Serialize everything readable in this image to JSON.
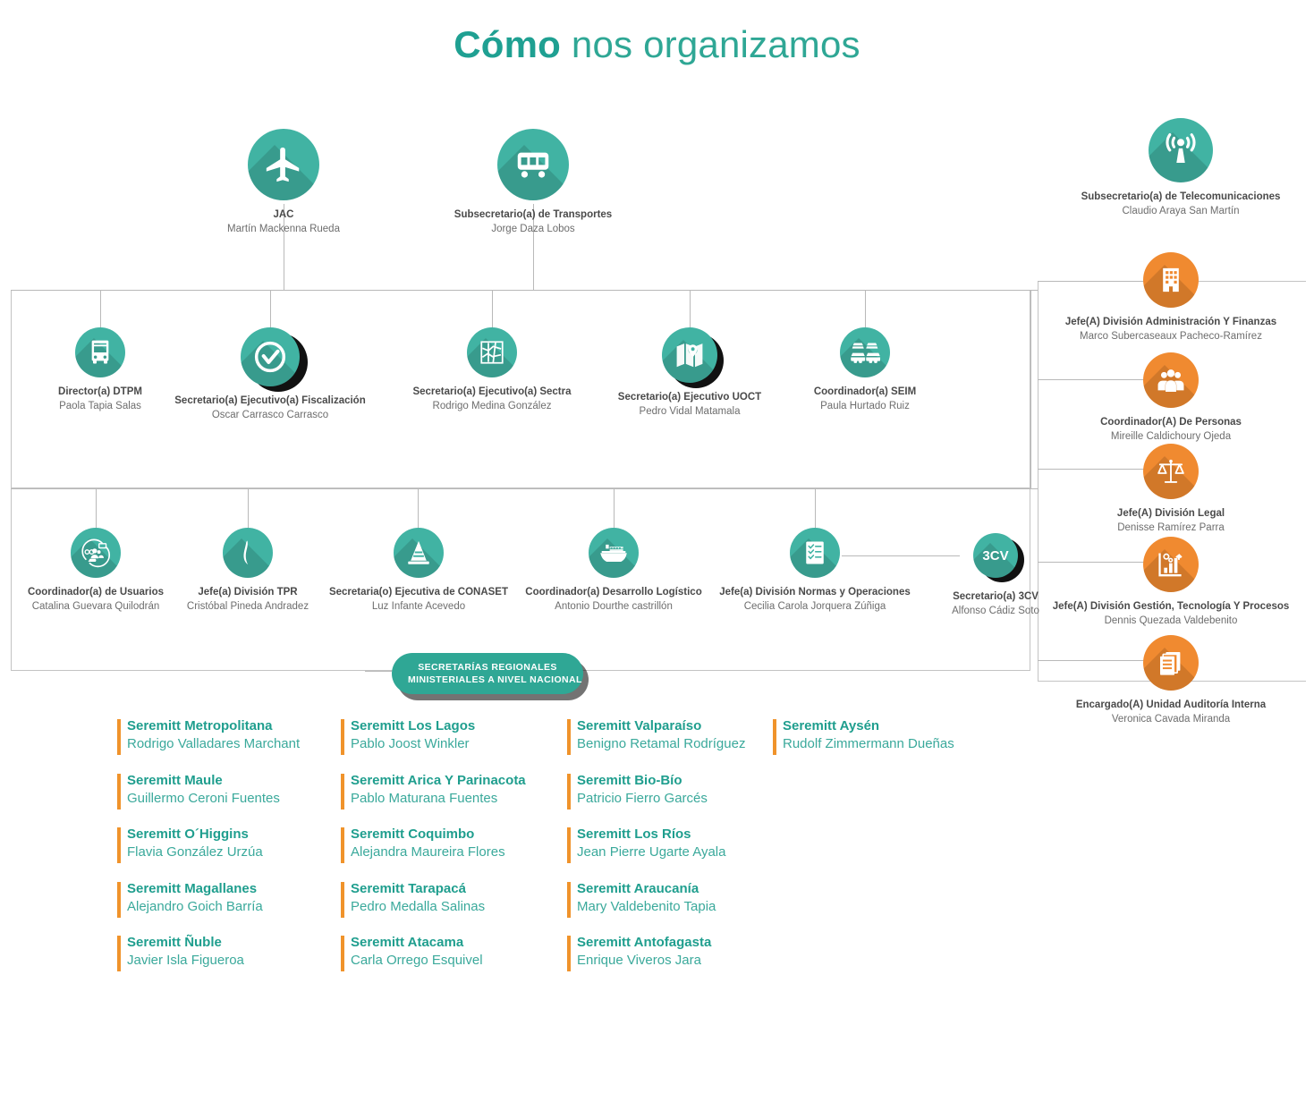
{
  "title": {
    "strong": "Cómo",
    "rest": " nos organizamos"
  },
  "colors": {
    "teal": "#41b3a3",
    "teal_dark": "#2fa795",
    "orange": "#f08a30",
    "orange_bar": "#f0932b",
    "line": "#b9b9b9"
  },
  "top_nodes": [
    {
      "icon": "airplane-icon",
      "role": "JAC",
      "person": "Martín Mackenna Rueda"
    },
    {
      "icon": "bus-icon",
      "role": "Subsecretario(a) de Transportes",
      "person": "Jorge Daza Lobos"
    },
    {
      "icon": "antenna-icon",
      "role": "Subsecretario(a) de Telecomunicaciones",
      "person": "Claudio Araya San Martín"
    }
  ],
  "row1_nodes": [
    {
      "icon": "city-bus-icon",
      "role": "Director(a) DTPM",
      "person": "Paola Tapia Salas"
    },
    {
      "icon": "check-shield-icon",
      "role": "Secretario(a) Ejecutivo(a) Fiscalización",
      "person": "Oscar Carrasco Carrasco"
    },
    {
      "icon": "network-map-icon",
      "role": "Secretario(a) Ejecutivo(a) Sectra",
      "person": "Rodrigo Medina González"
    },
    {
      "icon": "folded-map-pin-icon",
      "role": "Secretario(a) Ejecutivo UOCT",
      "person": "Pedro Vidal Matamala"
    },
    {
      "icon": "traffic-cars-icon",
      "role": "Coordinador(a) SEIM",
      "person": "Paula Hurtado Ruiz"
    }
  ],
  "row2_nodes": [
    {
      "icon": "users-mobility-icon",
      "role": "Coordinador(a) de Usuarios",
      "person": "Catalina Guevara Quilodrán"
    },
    {
      "icon": "chile-map-icon",
      "role": "Jefe(a) División TPR",
      "person": "Cristóbal Pineda Andradez"
    },
    {
      "icon": "traffic-cone-icon",
      "role": "Secretaria(o) Ejecutiva de CONASET",
      "person": "Luz Infante Acevedo"
    },
    {
      "icon": "cargo-ship-icon",
      "role": "Coordinador(a) Desarrollo Logístico",
      "person": "Antonio Dourthe castrillón"
    },
    {
      "icon": "checklist-icon",
      "role": "Jefe(a) División Normas y Operaciones",
      "person": "Cecilia Carola Jorquera Zúñiga"
    },
    {
      "icon": "3cv-text-icon",
      "label": "3CV",
      "role": "Secretario(a) 3CV",
      "person": "Alfonso Cádiz Soto"
    }
  ],
  "right_nodes": [
    {
      "icon": "building-icon",
      "role": "Jefe(A) División Administración Y Finanzas",
      "person": "Marco Subercaseaux Pacheco-Ramírez"
    },
    {
      "icon": "people-group-icon",
      "role": "Coordinador(A) De Personas",
      "person": "Mireille Caldichoury Ojeda"
    },
    {
      "icon": "scales-icon",
      "role": "Jefe(A) División Legal",
      "person": "Denisse Ramírez Parra"
    },
    {
      "icon": "chart-gears-icon",
      "role": "Jefe(A) División Gestión, Tecnología Y Procesos",
      "person": "Dennis Quezada Valdebenito"
    },
    {
      "icon": "documents-icon",
      "role": "Encargado(A) Unidad Auditoría Interna",
      "person": "Veronica Cavada Miranda"
    }
  ],
  "pill": {
    "line1": "SECRETARÍAS REGIONALES",
    "line2": "MINISTERIALES A NIVEL NACIONAL"
  },
  "seremitt_columns": [
    [
      {
        "region": "Seremitt Metropolitana",
        "person": "Rodrigo Valladares Marchant"
      },
      {
        "region": "Seremitt Maule",
        "person": "Guillermo Ceroni Fuentes"
      },
      {
        "region": "Seremitt O´Higgins",
        "person": "Flavia González Urzúa"
      },
      {
        "region": "Seremitt Magallanes",
        "person": "Alejandro Goich Barría"
      },
      {
        "region": "Seremitt Ñuble",
        "person": "Javier Isla Figueroa"
      }
    ],
    [
      {
        "region": "Seremitt Los Lagos",
        "person": "Pablo Joost Winkler"
      },
      {
        "region": "Seremitt Arica Y Parinacota",
        "person": "Pablo Maturana Fuentes"
      },
      {
        "region": "Seremitt Coquimbo",
        "person": "Alejandra Maureira Flores"
      },
      {
        "region": "Seremitt Tarapacá",
        "person": "Pedro Medalla Salinas"
      },
      {
        "region": "Seremitt Atacama",
        "person": "Carla Orrego Esquivel"
      }
    ],
    [
      {
        "region": "Seremitt Valparaíso",
        "person": "Benigno Retamal Rodríguez"
      },
      {
        "region": "Seremitt Bio-Bío",
        "person": "Patricio Fierro Garcés"
      },
      {
        "region": "Seremitt Los Ríos",
        "person": "Jean Pierre Ugarte Ayala"
      },
      {
        "region": "Seremitt Araucanía",
        "person": "Mary Valdebenito Tapia"
      },
      {
        "region": "Seremitt Antofagasta",
        "person": "Enrique Viveros Jara"
      }
    ],
    [
      {
        "region": "Seremitt Aysén",
        "person": "Rudolf Zimmermann Dueñas"
      }
    ]
  ]
}
